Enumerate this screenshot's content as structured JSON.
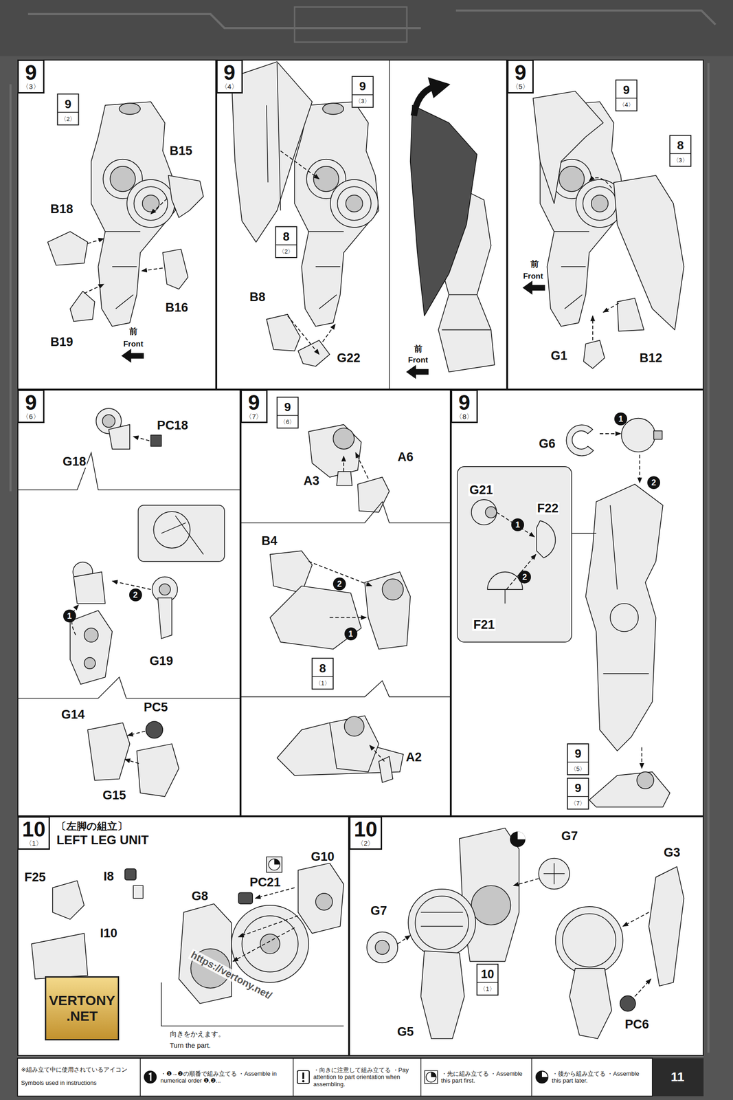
{
  "diagram": {
    "nodes": [
      {
        "text": [
          "9",
          "〈3〉"
        ]
      },
      {
        "text": [
          "9",
          "〈4〉"
        ]
      },
      {
        "text": [
          "9",
          "〈5〉"
        ]
      },
      {
        "text": [
          "9",
          "〈6〉"
        ]
      },
      {
        "text": [
          "9",
          "〈7〉"
        ]
      },
      {
        "text": [
          "9",
          "〈8〉"
        ]
      },
      {
        "text": [
          "10",
          "〈1〉",
          "〔左脚の組立〕",
          "LEFT LEG UNIT"
        ]
      },
      {
        "text": [
          "10",
          "〈2〉"
        ]
      }
    ],
    "labels": [
      "9",
      "〈2〉",
      "B15",
      "B18",
      "B16",
      "B19",
      "前",
      "Front",
      "9",
      "〈3〉",
      "8",
      "〈2〉",
      "B8",
      "G22",
      "前",
      "Front",
      "9",
      "〈4〉",
      "8",
      "〈3〉",
      "前",
      "Front",
      "G1",
      "B12",
      "PC18",
      "G18",
      "1",
      "2",
      "G19",
      "G14",
      "PC5",
      "G15",
      "9",
      "〈6〉",
      "A3",
      "A6",
      "B4",
      "2",
      "1",
      "8",
      "〈1〉",
      "A2",
      "G6",
      "1",
      "2",
      "G21",
      "1",
      "F22",
      "2",
      "F21",
      "9",
      "〈5〉",
      "9",
      "〈7〉",
      "F25",
      "I8",
      "I10",
      "G8",
      "PC21",
      "G10",
      "向きをかえます。",
      "Turn the part.",
      "G7",
      "G7",
      "10",
      "〈1〉",
      "G3",
      "G5",
      "PC6",
      "※組み立て中に使用されているアイコン",
      "Symbols used in instructions",
      "11",
      "https://vertony.net/",
      "VERTONY .NET"
    ],
    "legend": [
      {
        "text": "・❶→❷の順番で組み立てる ・Assemble in numerical order ❶,❷..."
      },
      {
        "text": "・向きに注意して組み立てる ・Pay attention to part orientation when assembling."
      },
      {
        "text": "・先に組み立てる ・Assemble this part first."
      },
      {
        "text": "・後から組み立てる ・Assemble this part later."
      }
    ]
  }
}
